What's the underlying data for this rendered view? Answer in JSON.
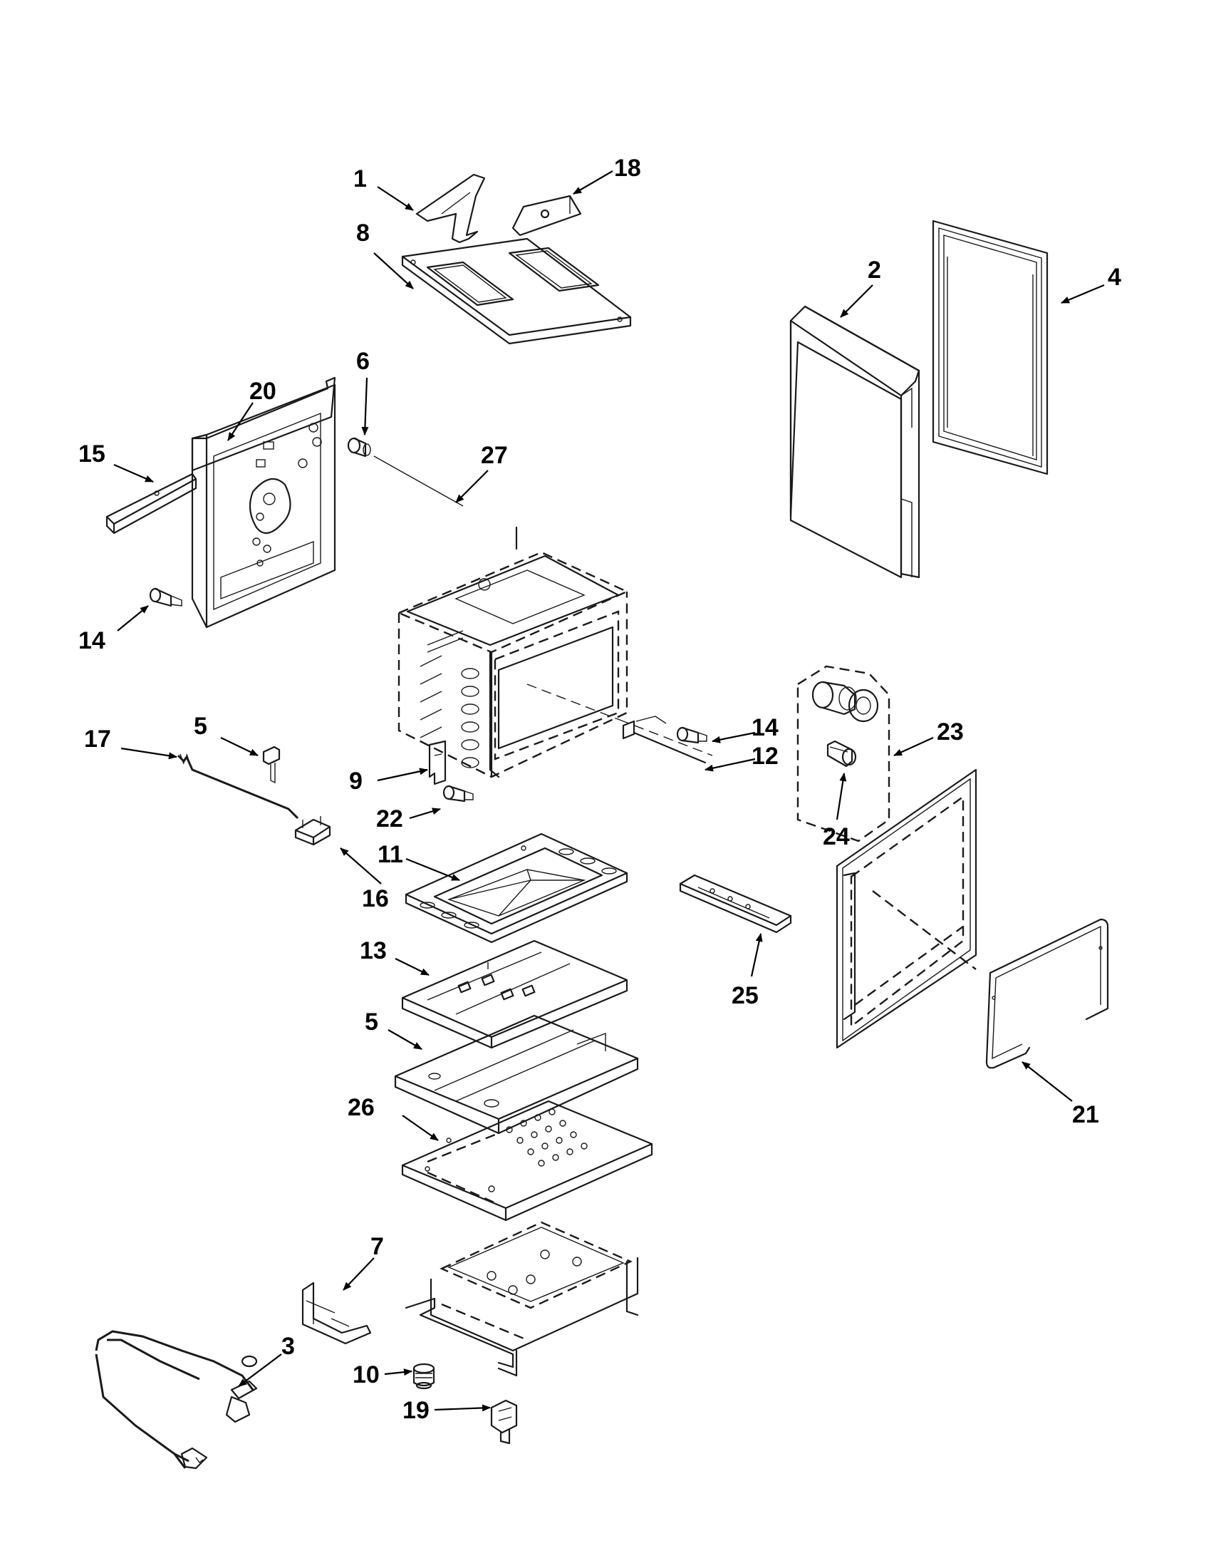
{
  "diagram": {
    "callouts": [
      {
        "id": "c1",
        "label": "1"
      },
      {
        "id": "c18",
        "label": "18"
      },
      {
        "id": "c8",
        "label": "8"
      },
      {
        "id": "c2",
        "label": "2"
      },
      {
        "id": "c4",
        "label": "4"
      },
      {
        "id": "c6",
        "label": "6"
      },
      {
        "id": "c20",
        "label": "20"
      },
      {
        "id": "c15",
        "label": "15"
      },
      {
        "id": "c27",
        "label": "27"
      },
      {
        "id": "c14a",
        "label": "14"
      },
      {
        "id": "c5a",
        "label": "5"
      },
      {
        "id": "c17",
        "label": "17"
      },
      {
        "id": "c16",
        "label": "16"
      },
      {
        "id": "c9",
        "label": "9"
      },
      {
        "id": "c22",
        "label": "22"
      },
      {
        "id": "c11",
        "label": "11"
      },
      {
        "id": "c13",
        "label": "13"
      },
      {
        "id": "c5b",
        "label": "5"
      },
      {
        "id": "c26",
        "label": "26"
      },
      {
        "id": "c14b",
        "label": "14"
      },
      {
        "id": "c12",
        "label": "12"
      },
      {
        "id": "c23",
        "label": "23"
      },
      {
        "id": "c24",
        "label": "24"
      },
      {
        "id": "c25",
        "label": "25"
      },
      {
        "id": "c21",
        "label": "21"
      },
      {
        "id": "c7",
        "label": "7"
      },
      {
        "id": "c3",
        "label": "3"
      },
      {
        "id": "c10",
        "label": "10"
      },
      {
        "id": "c19",
        "label": "19"
      }
    ]
  }
}
